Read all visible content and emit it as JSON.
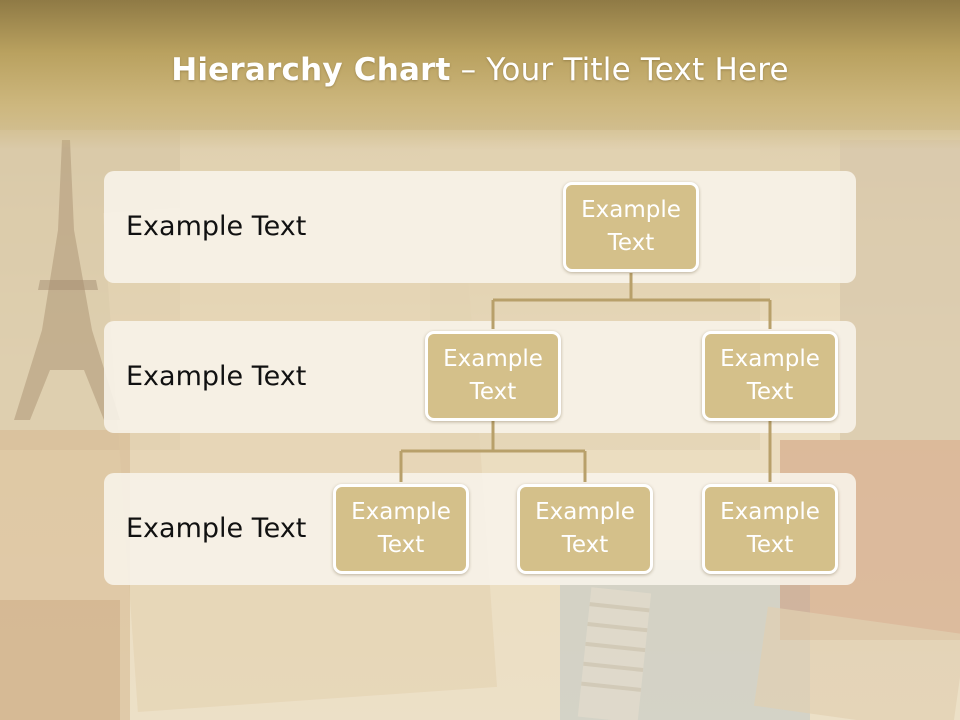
{
  "title": {
    "bold": "Hierarchy Chart",
    "rest": " – Your Title Text Here"
  },
  "bands": [
    {
      "label": "Example Text"
    },
    {
      "label": "Example Text"
    },
    {
      "label": "Example Text"
    }
  ],
  "nodes": {
    "root": "Example Text",
    "level2_left": "Example Text",
    "level2_right": "Example Text",
    "level3_a": "Example Text",
    "level3_b": "Example Text",
    "level3_c": "Example Text"
  },
  "colors": {
    "node_fill": "#d4c08a",
    "node_border": "#ffffff",
    "connector": "#b8a06a",
    "band_fill": "#f8f4ea",
    "title_band": "#b9a15f"
  }
}
